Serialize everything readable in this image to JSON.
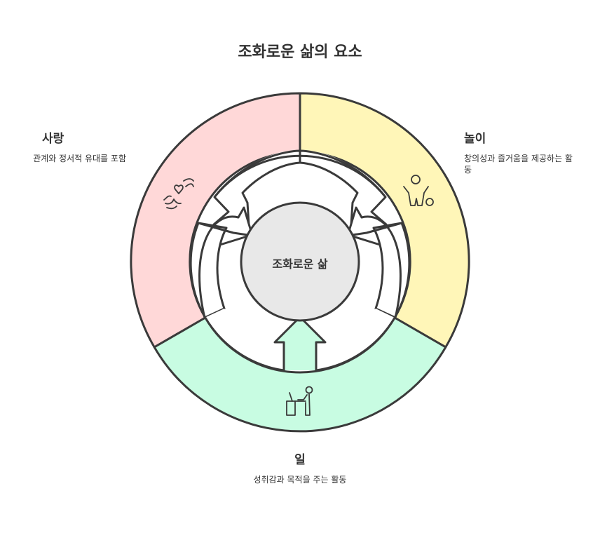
{
  "title": "조화로운 삶의 요소",
  "center": {
    "label": "조화로운 삶"
  },
  "segments": [
    {
      "title": "사랑",
      "description": "관계와 정서적 유대를 포함",
      "color": "#ffd8d8",
      "icon": "hands-heart-icon"
    },
    {
      "title": "놀이",
      "description": "창의성과 즐거움을 제공하는 활동",
      "color": "#fff6b8",
      "icon": "playing-child-icon"
    },
    {
      "title": "일",
      "description": "성취감과 목적을 주는 활동",
      "color": "#c8fce2",
      "icon": "person-at-desk-icon"
    }
  ],
  "colors": {
    "center": "#e8e8e8",
    "stroke": "#3a3a3a"
  }
}
